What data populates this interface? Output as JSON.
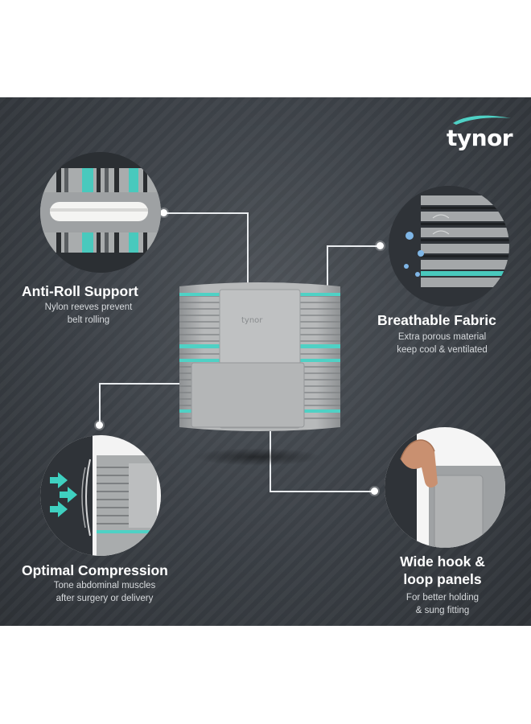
{
  "brand": {
    "logo_text": "tynor",
    "accent": "#4fd1c5"
  },
  "features": [
    {
      "title": "Anti-Roll Support",
      "subtitle_lines": [
        "Nylon reeves prevent",
        "belt rolling"
      ]
    },
    {
      "title": "Breathable Fabric",
      "subtitle_lines": [
        "Extra porous material",
        "keep cool & ventilated"
      ]
    },
    {
      "title": "Optimal Compression",
      "subtitle_lines": [
        "Tone abdominal muscles",
        "after surgery or delivery"
      ]
    },
    {
      "title_lines": [
        "Wide hook &",
        "loop panels"
      ],
      "subtitle_lines": [
        "For better holding",
        "&  sung fitting"
      ]
    }
  ],
  "product": {
    "belt_label": "tynor"
  },
  "colors": {
    "background": "#3b4046",
    "belt": "#b3b5b6",
    "stripe": "#4fd1c5",
    "text": "#ffffff"
  }
}
